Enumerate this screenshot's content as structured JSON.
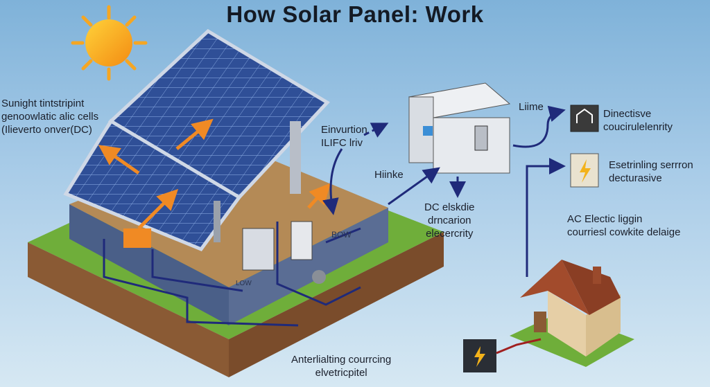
{
  "title": "How Solar Panel: Work",
  "labels": {
    "sunlight": [
      "Sunight tintstripint",
      "genoowlatic alic cells",
      "(Ilieverto onver(DC)"
    ],
    "einvurtion": [
      "Einvurtion",
      "ILIFC lriv"
    ],
    "hiinke": "Hiinke",
    "dc_electricity": [
      "DC elskdie",
      "drncarion",
      "elecercrity"
    ],
    "liime": "Liime",
    "directive": [
      "Dinectisve",
      "coucirulelenrity"
    ],
    "esetrining": [
      "Esetrinling serrron",
      "decturasive"
    ],
    "ac_electric": [
      "AC Electic liggin",
      "courriesl cowkite delaige"
    ],
    "alternating": [
      "Anterlialting courrcing",
      "elvetricpitel"
    ],
    "bow": "BOW",
    "low": "LOW"
  },
  "colors": {
    "sky_top": "#7fb2d9",
    "panel_blue": "#2d4a8c",
    "arrow_orange": "#f08a24",
    "wire_navy": "#1f2a7a",
    "grass": "#6fae3a",
    "soil": "#8a5a34",
    "house_roof": "#9a4a2c",
    "house_wall": "#e9d2a8"
  },
  "icons": [
    "sun-icon",
    "solar-panel-icon",
    "inverter-icon",
    "house-icon",
    "battery-icon",
    "home-outline-icon",
    "lightning-icon"
  ]
}
